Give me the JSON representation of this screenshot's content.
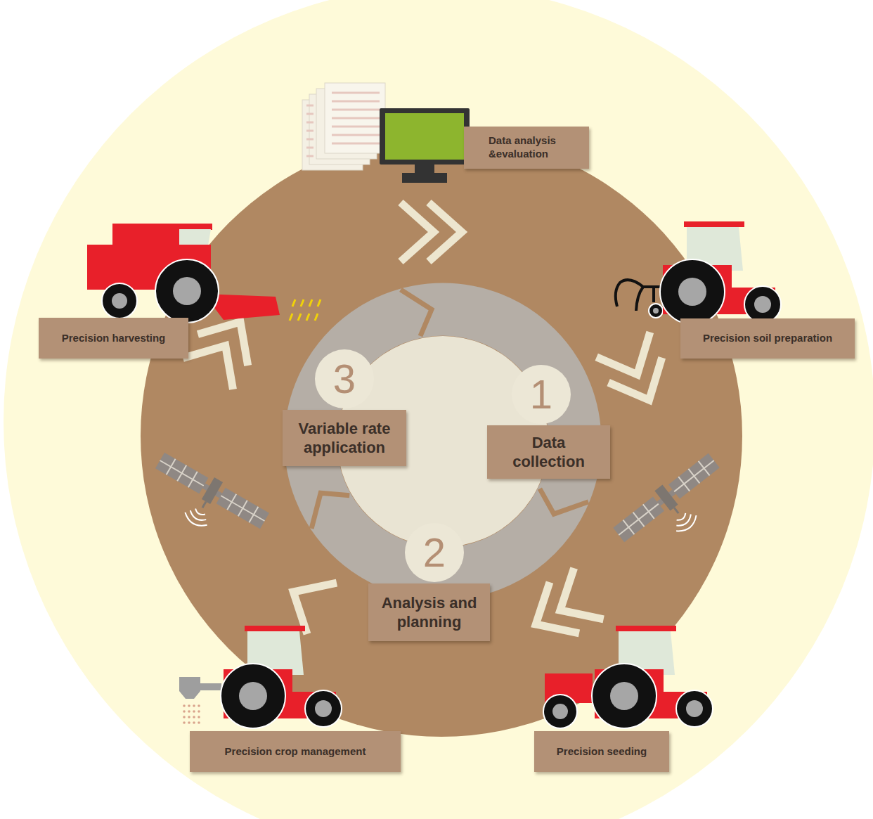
{
  "diagram": {
    "nodes": [
      {
        "text": [
          "Data analysis &evaluation"
        ]
      },
      {
        "text": [
          "Precision harvesting"
        ]
      },
      {
        "text": [
          "Precision soil preparation"
        ]
      },
      {
        "text": [
          "3",
          "Variable rate application"
        ]
      },
      {
        "text": [
          "1",
          "Data collection"
        ]
      },
      {
        "text": [
          "2",
          "Analysis and planning"
        ]
      },
      {
        "text": [
          "Precision crop management"
        ]
      },
      {
        "text": [
          "Precision seeding"
        ]
      }
    ]
  }
}
